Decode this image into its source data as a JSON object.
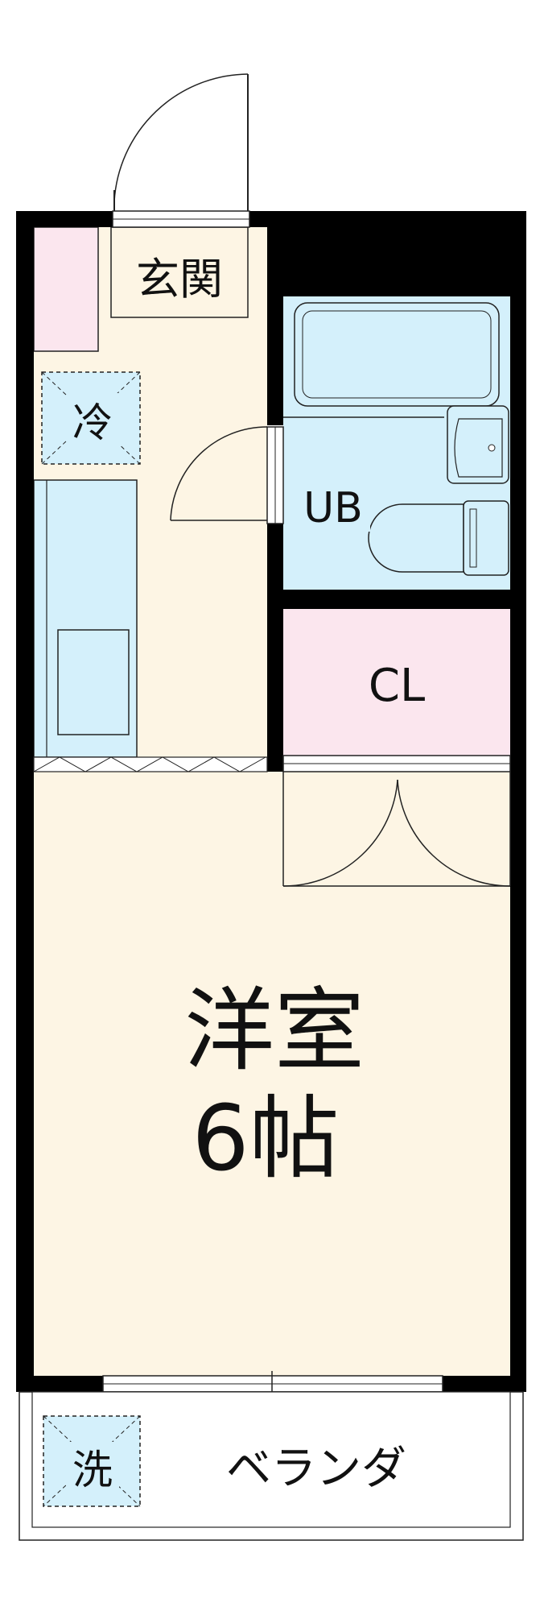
{
  "rooms": {
    "entrance": "玄関",
    "fridge": "冷",
    "bath": "UB",
    "closet": "CL",
    "western_room": "洋室",
    "western_room_size": "6帖",
    "washer": "洗",
    "balcony": "ベランダ"
  },
  "colors": {
    "wall": "#000000",
    "floor": "#fdf5e4",
    "wet_area": "#d4f0fb",
    "storage": "#fbe6ee",
    "line": "#222222"
  },
  "icons": {
    "door_swing": "door-arc",
    "fixture_cross": "x-cross"
  }
}
